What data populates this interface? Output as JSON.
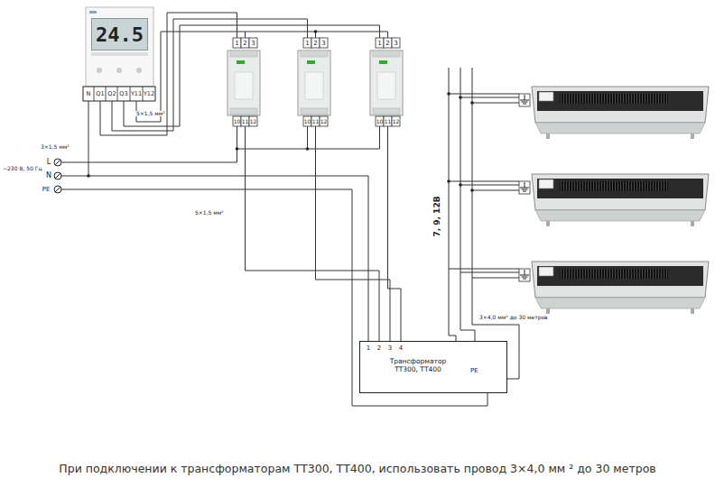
{
  "diagram": {
    "caption": "При подключении к трансформаторам ТТ300, ТТ400, использовать провод 3×4,0 мм ² до 30 метров",
    "nodes": [
      {
        "text": [
          "24.5"
        ]
      },
      {
        "text": [
          "Трансформатор ТТ300, ТТ400"
        ]
      }
    ],
    "labels": [
      "N",
      "Q1",
      "Q2",
      "Q3",
      "Y11",
      "Y12",
      "1",
      "2",
      "3",
      "1",
      "2",
      "3",
      "1",
      "2",
      "3",
      "10",
      "11",
      "12",
      "10",
      "11",
      "12",
      "10",
      "11",
      "12",
      "L",
      "N",
      "PE",
      "~230 В, 50 Гц",
      "3×1,5 мм²",
      "5×1,5 мм²",
      "5×1,5 мм²",
      "7, 9, 12В",
      "3×4,0 мм² до 30 метров",
      "1",
      "2",
      "3",
      "4",
      "PE"
    ]
  }
}
